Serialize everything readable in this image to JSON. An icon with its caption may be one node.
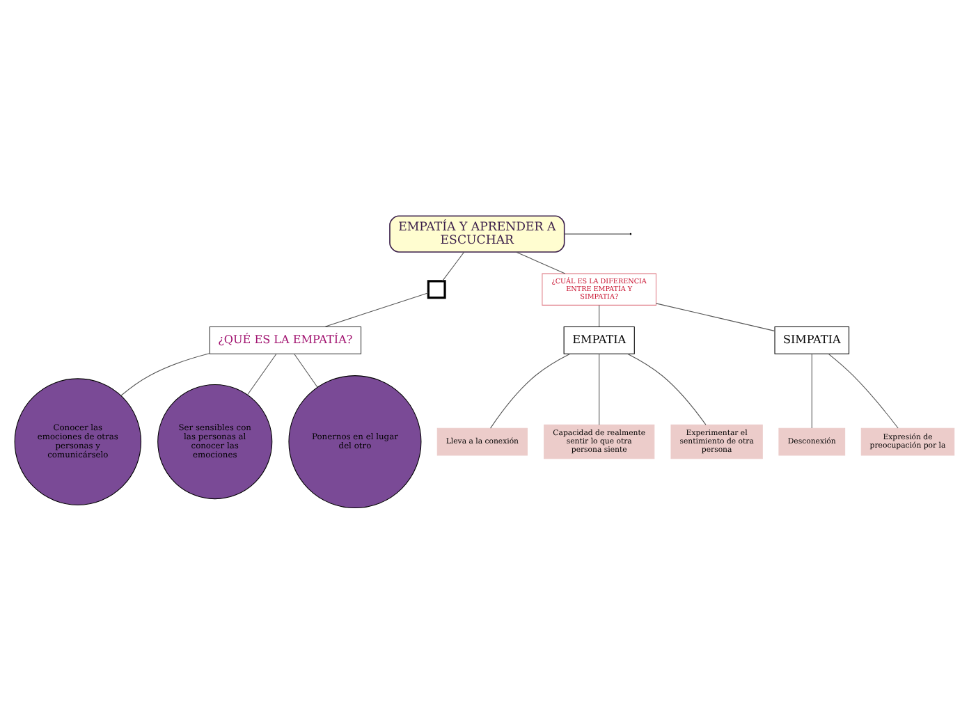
{
  "diagram": {
    "nodes": [
      {
        "text": [
          "EMPATÍA Y APRENDER A ESCUCHAR"
        ]
      },
      {
        "text": [],
        "shape": "box"
      },
      {
        "text": [
          "¿QUÉ ES LA EMPATÍA?"
        ]
      },
      {
        "text": [
          "Conocer las emociones de otras personas y comunicárselo"
        ]
      },
      {
        "text": [
          "Ser sensibles con las personas al conocer las emociones"
        ]
      },
      {
        "text": [
          "Ponernos en el lugar del otro"
        ]
      },
      {
        "text": [
          "¿CUÁL ES LA DIFERENCIA ENTRE EMPATÍA Y SIMPATIA?"
        ]
      },
      {
        "text": [
          "EMPATIA"
        ]
      },
      {
        "text": [
          "Lleva a la conexión"
        ]
      },
      {
        "text": [
          "Capacidad de realmente sentir lo que otra persona siente"
        ]
      },
      {
        "text": [
          "Experimentar el sentimiento de otra persona"
        ]
      },
      {
        "text": [
          "SIMPATIA"
        ]
      },
      {
        "text": [
          "Desconexión"
        ]
      },
      {
        "text": [
          "Expresión de preocupación por la"
        ]
      }
    ],
    "edges": [
      {
        "from": 0,
        "to": 1,
        "arrow": "none"
      },
      {
        "from": 1,
        "to": 2,
        "arrow": "none"
      },
      {
        "from": 2,
        "to": 3,
        "arrow": "none"
      },
      {
        "from": 2,
        "to": 4,
        "arrow": "none"
      },
      {
        "from": 2,
        "to": 5,
        "arrow": "none"
      },
      {
        "from": 0,
        "to": 6,
        "arrow": "none"
      },
      {
        "from": 6,
        "to": 7,
        "arrow": "none"
      },
      {
        "from": 6,
        "to": 11,
        "arrow": "none"
      },
      {
        "from": 7,
        "to": 8,
        "arrow": "none"
      },
      {
        "from": 7,
        "to": 9,
        "arrow": "none"
      },
      {
        "from": 7,
        "to": 10,
        "arrow": "none"
      },
      {
        "from": 11,
        "to": 12,
        "arrow": "none"
      },
      {
        "from": 11,
        "to": 13,
        "arrow": "none"
      },
      {
        "from": 0,
        "to": null,
        "arrow": "none"
      }
    ]
  }
}
